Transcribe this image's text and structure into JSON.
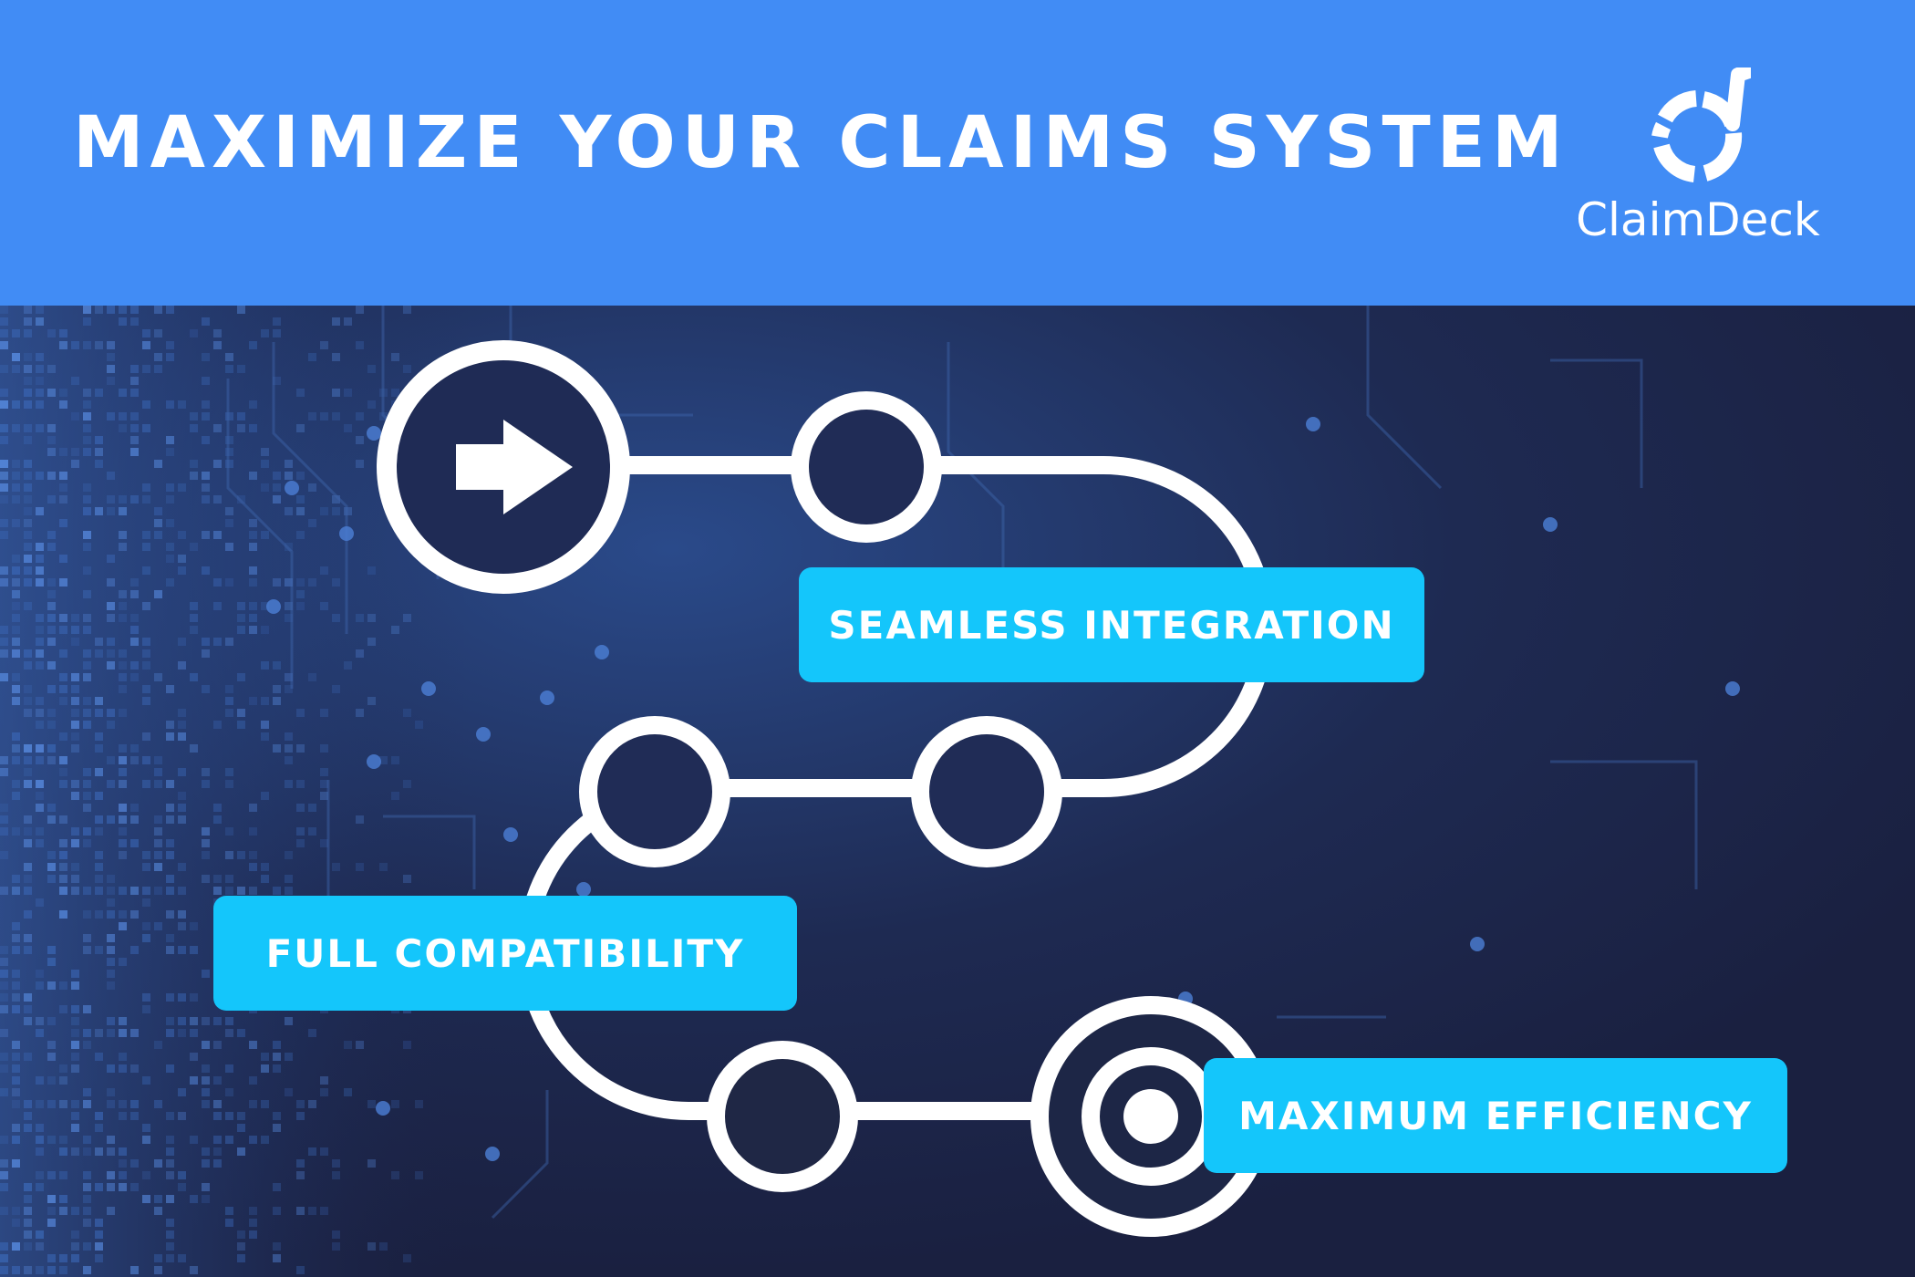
{
  "header": {
    "title": "MAXIMIZE YOUR CLAIMS SYSTEM",
    "brand": "ClaimDeck"
  },
  "colors": {
    "header_bg": "#418cf5",
    "background": "#1b2240",
    "circuit": "#3f72c8",
    "label_bg": "#14c6fb",
    "path": "#ffffff"
  },
  "icons": {
    "start": "arrow-right-icon",
    "end": "target-icon",
    "logo": "claimdeck-logo-icon"
  },
  "steps": [
    {
      "label": "SEAMLESS INTEGRATION"
    },
    {
      "label": "FULL COMPATIBILITY"
    },
    {
      "label": "MAXIMUM EFFICIENCY"
    }
  ]
}
